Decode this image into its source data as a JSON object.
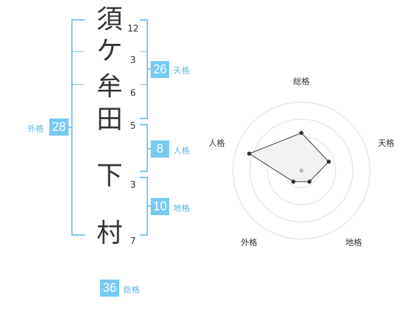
{
  "name_chars": [
    {
      "char": "須",
      "strokes": "12"
    },
    {
      "char": "ケ",
      "strokes": "3"
    },
    {
      "char": "牟",
      "strokes": "6"
    },
    {
      "char": "田",
      "strokes": "5"
    },
    {
      "char": "下",
      "strokes": "3"
    },
    {
      "char": "村",
      "strokes": "7"
    }
  ],
  "fortunes": {
    "tenkaku": {
      "value": "26",
      "label": "天格"
    },
    "jinkaku": {
      "value": "8",
      "label": "人格"
    },
    "chikaku": {
      "value": "10",
      "label": "地格"
    },
    "gaikaku": {
      "value": "28",
      "label": "外格"
    },
    "soukaku": {
      "value": "36",
      "label": "総格"
    }
  },
  "chart_data": {
    "type": "radar",
    "axes": [
      "総格",
      "天格",
      "地格",
      "外格",
      "人格"
    ],
    "values": [
      0.55,
      0.42,
      0.2,
      0.2,
      0.8
    ],
    "max": 1,
    "rings": 4,
    "colors": {
      "fill": "#f0f0f0",
      "line": "#333333",
      "grid": "#dddddd",
      "point": "#333333"
    }
  }
}
